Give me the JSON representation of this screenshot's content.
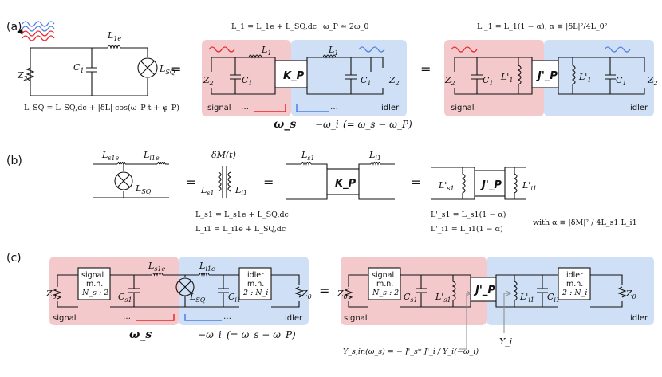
{
  "colors": {
    "signal_bg": "#f4c9cc",
    "idler_bg": "#cfe0f6",
    "signal_line": "#e8262b",
    "idler_line": "#4d7fe0",
    "grey_text": "#8a8a8a"
  },
  "panels": {
    "a": {
      "label": "(a)",
      "lsq_eq": "L_SQ = L_SQ,dc + |δL| cos(ω_P t + φ_P)",
      "l1_eq": "L_1 = L_1e + L_SQ,dc",
      "wp_eq": "ω_P ≃ 2ω_0",
      "l1p_eq": "L'_1 = L_1(1 − α),   α ≡ |δL|²/4L_0²",
      "omega_s": "ω_s",
      "omega_i": "−ω_i",
      "omega_rel": "(= ω_s − ω_P)",
      "signal": "signal",
      "idler": "idler",
      "kp": "K_P",
      "jp": "J'_P",
      "dots_signal": "…",
      "dots_idler": "…"
    },
    "b": {
      "label": "(b)",
      "dm": "δM(t)",
      "ls_eq": "L_s1 = L_s1e + L_SQ,dc",
      "li_eq": "L_i1 = L_i1e + L_SQ,dc",
      "lsp_eq": "L'_s1 = L_s1(1 − α)",
      "lip_eq": "L'_i1 = L_i1(1 − α)",
      "alpha_eq": "with α ≡ |δM|² / 4L_s1 L_i1",
      "kp": "K_P",
      "jp": "J'_P"
    },
    "c": {
      "label": "(c)",
      "signal_mn": [
        "signal",
        "m.n.",
        "N_s : 2"
      ],
      "idler_mn": [
        "idler",
        "m.n.",
        "2 : N_i"
      ],
      "signal": "signal",
      "idler": "idler",
      "omega_s": "ω_s",
      "omega_i": "−ω_i",
      "omega_rel": "(= ω_s − ω_P)",
      "ys_eq": "Y_s,in(ω_s) = − J'_s* J'_i / Y_i(−ω_i)",
      "yi": "Y_i",
      "jp": "J'_P",
      "dots_signal": "…",
      "dots_idler": "…"
    }
  },
  "equals": "="
}
